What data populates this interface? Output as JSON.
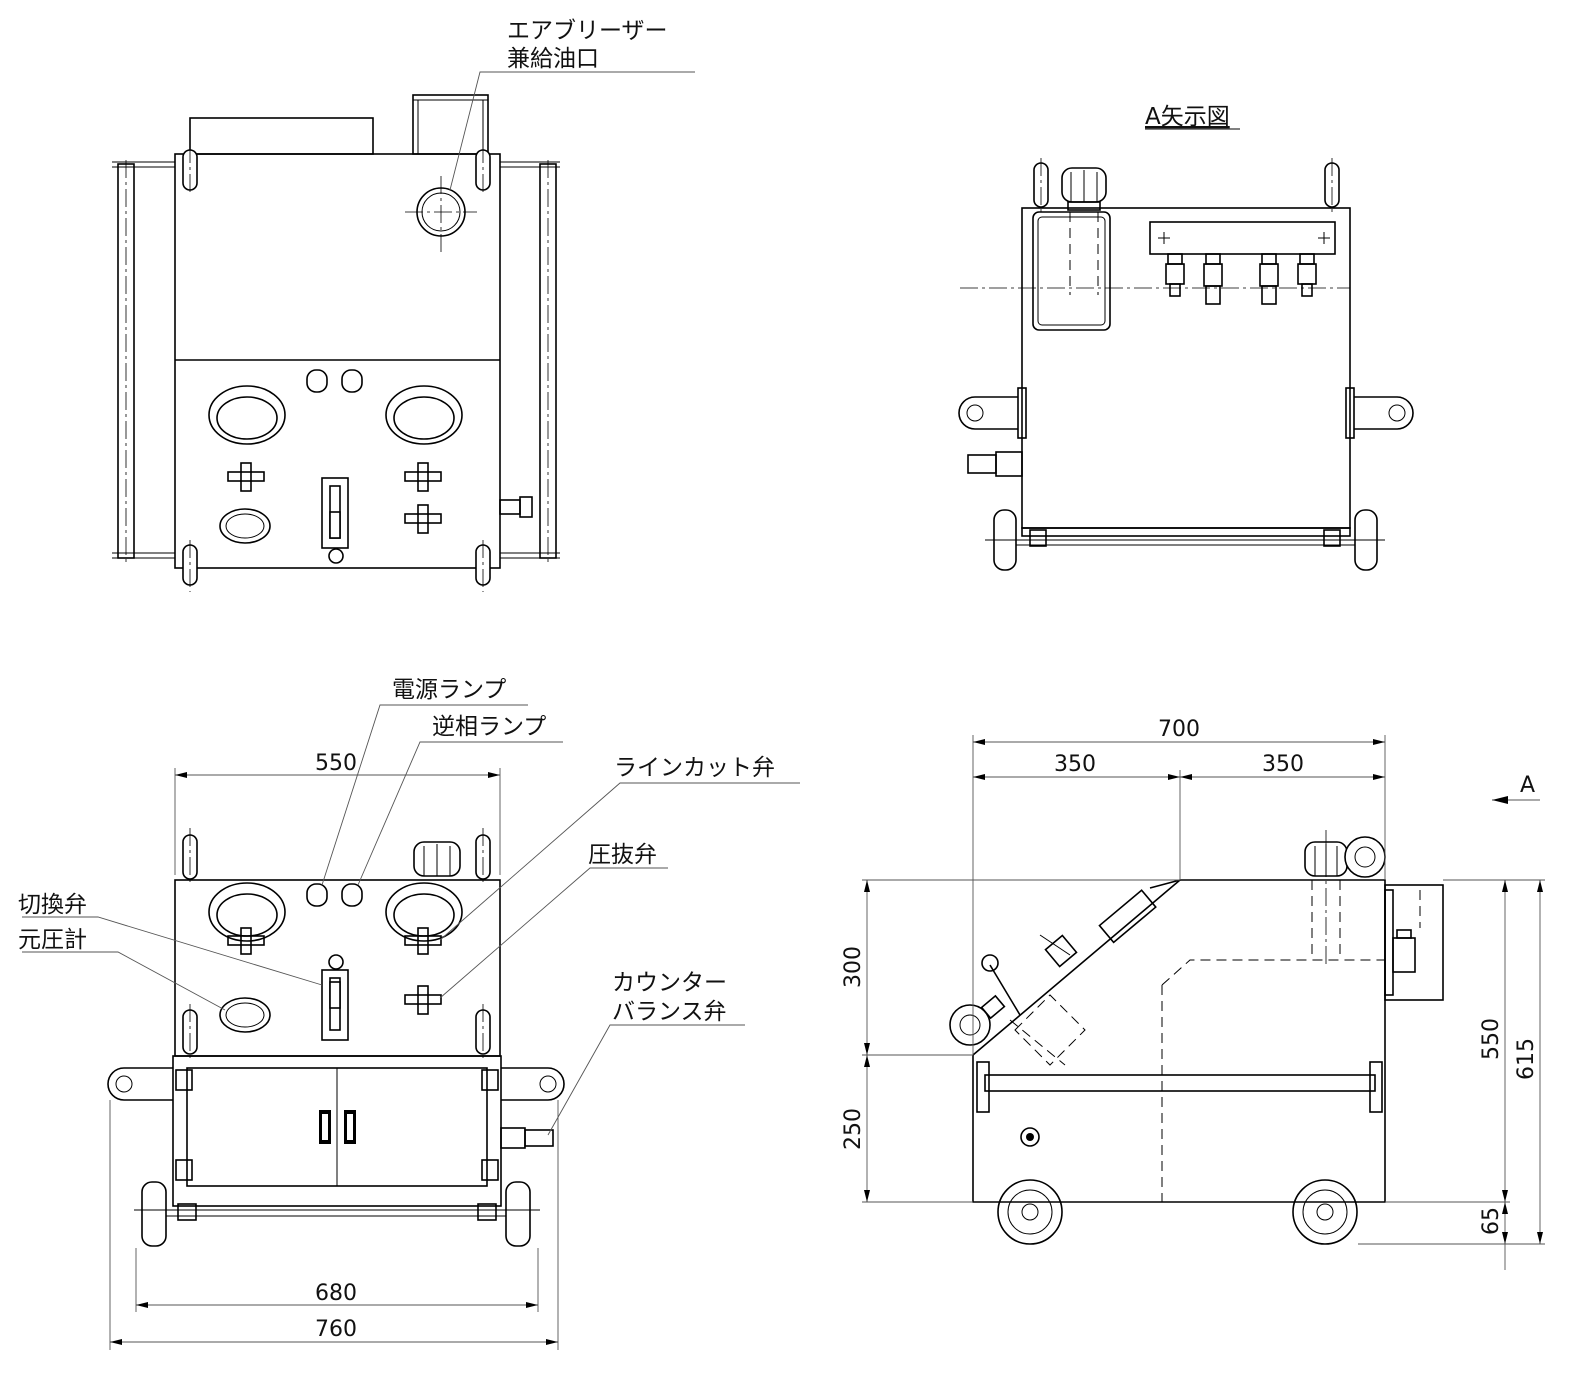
{
  "views": {
    "view_a_title": "A矢示図",
    "arrow_label": "A"
  },
  "labels": {
    "air_breather_line1": "エアブリーザー",
    "air_breather_line2": "兼給油口",
    "power_lamp": "電源ランプ",
    "reverse_phase_lamp": "逆相ランプ",
    "line_cut_valve": "ラインカット弁",
    "pressure_relief_valve": "圧抜弁",
    "switch_valve": "切換弁",
    "source_pressure_gauge": "元圧計",
    "counter_balance_line1": "カウンター",
    "counter_balance_line2": "バランス弁"
  },
  "dimensions": {
    "front_width_top": "550",
    "front_width_wheels": "680",
    "front_width_overall": "760",
    "side_length_total": "700",
    "side_length_left": "350",
    "side_length_right": "350",
    "side_height_upper": "300",
    "side_height_lower": "250",
    "side_height_body": "550",
    "side_height_total": "615",
    "side_height_wheel": "65"
  }
}
